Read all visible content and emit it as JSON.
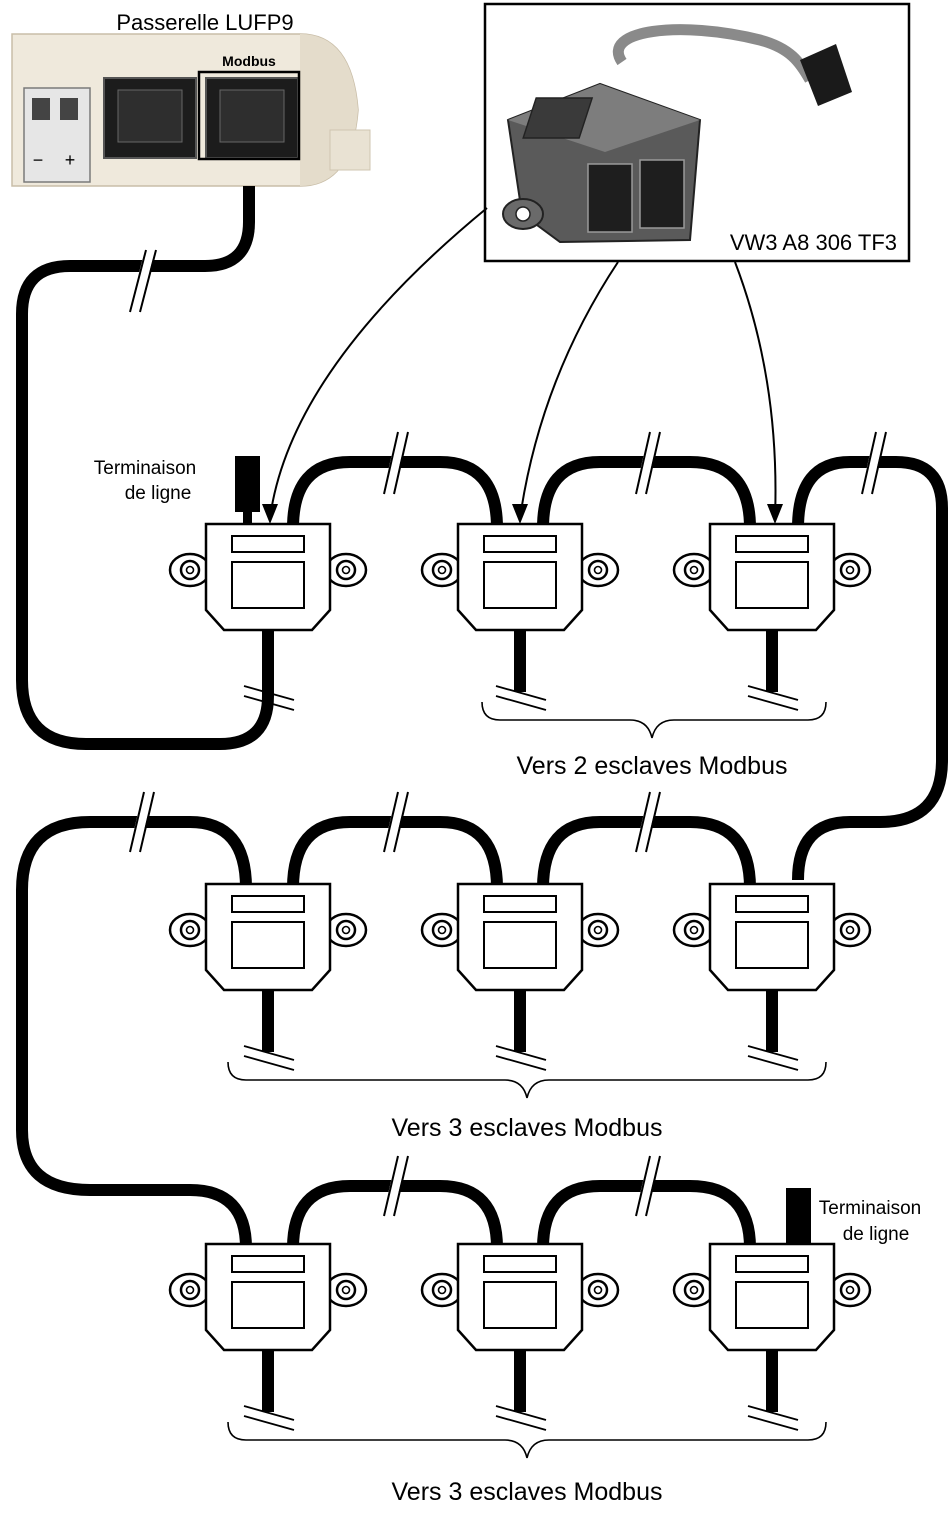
{
  "gateway": {
    "title": "Passerelle LUFP9",
    "port_label": "Modbus",
    "terminal_minus": "−",
    "terminal_plus": "+"
  },
  "product": {
    "reference": "VW3 A8 306 TF3"
  },
  "termination": {
    "label_line1": "Terminaison",
    "label_line2": "de ligne"
  },
  "groups": [
    {
      "label": "Vers 2 esclaves Modbus"
    },
    {
      "label": "Vers 3 esclaves Modbus"
    },
    {
      "label": "Vers 3 esclaves Modbus"
    }
  ],
  "colors": {
    "cable": "#000000",
    "gateway_body": "#efe9dc",
    "gateway_shadow": "#d9cdb5",
    "connector_fill": "#ffffff"
  }
}
